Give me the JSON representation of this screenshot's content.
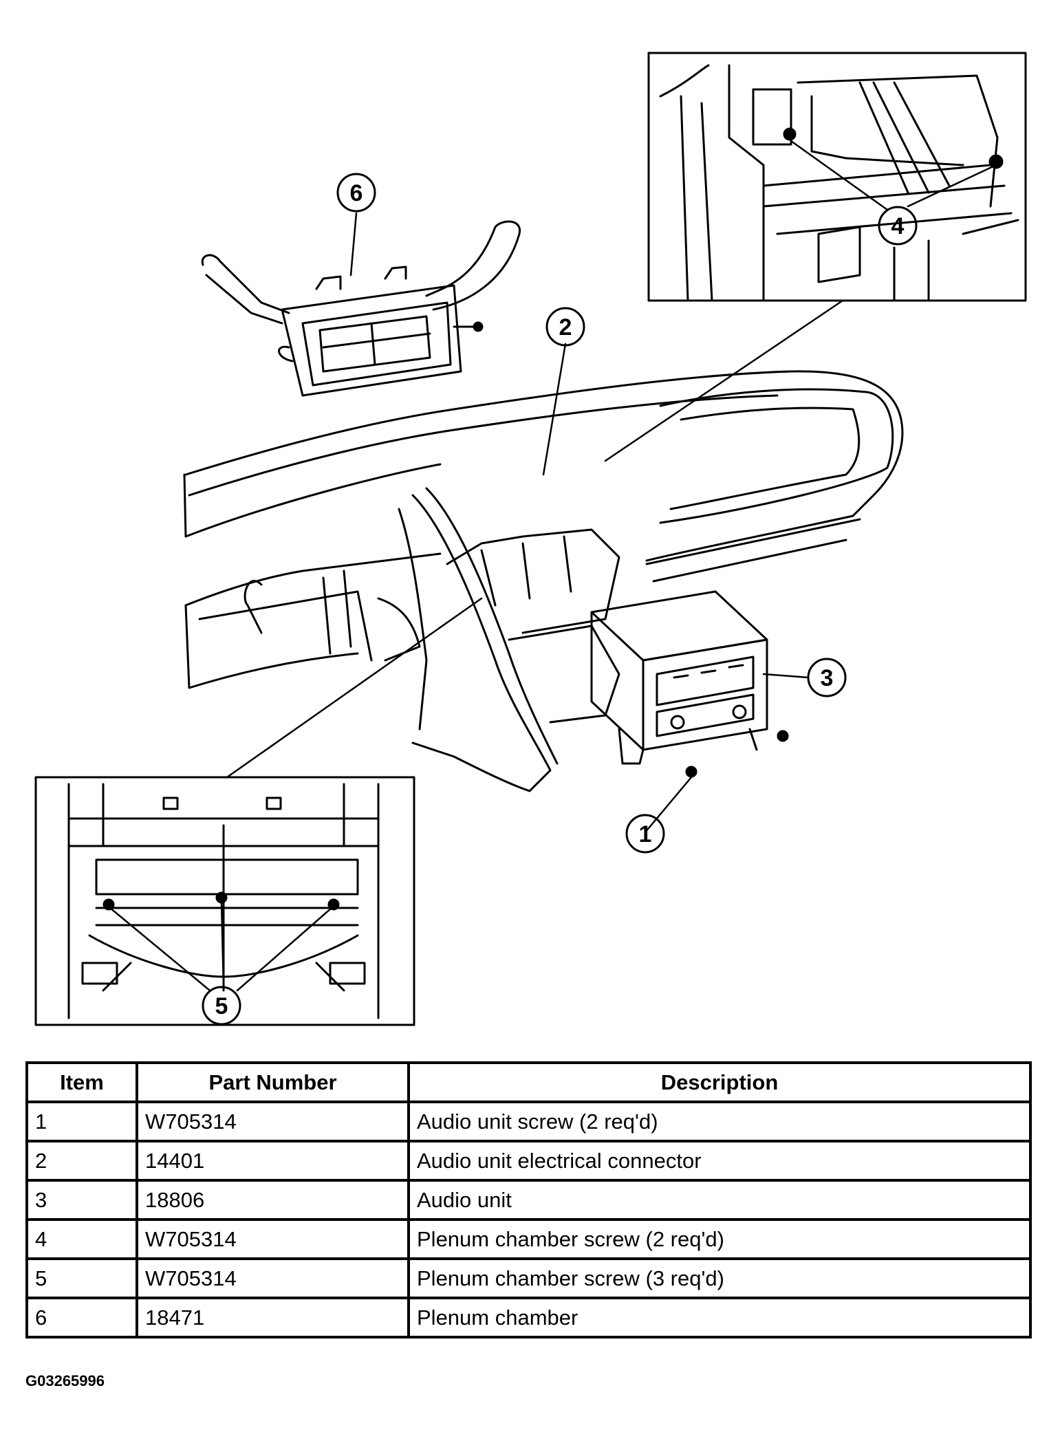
{
  "callouts": {
    "c1": "1",
    "c2": "2",
    "c3": "3",
    "c4": "4",
    "c5": "5",
    "c6": "6"
  },
  "table": {
    "headers": [
      "Item",
      "Part Number",
      "Description"
    ],
    "rows": [
      [
        "1",
        "W705314",
        "Audio unit screw (2 req'd)"
      ],
      [
        "2",
        "14401",
        "Audio unit electrical connector"
      ],
      [
        "3",
        "18806",
        "Audio unit"
      ],
      [
        "4",
        "W705314",
        "Plenum chamber screw (2 req'd)"
      ],
      [
        "5",
        "W705314",
        "Plenum chamber screw (3 req'd)"
      ],
      [
        "6",
        "18471",
        "Plenum chamber"
      ]
    ]
  },
  "figure_id": "G03265996"
}
